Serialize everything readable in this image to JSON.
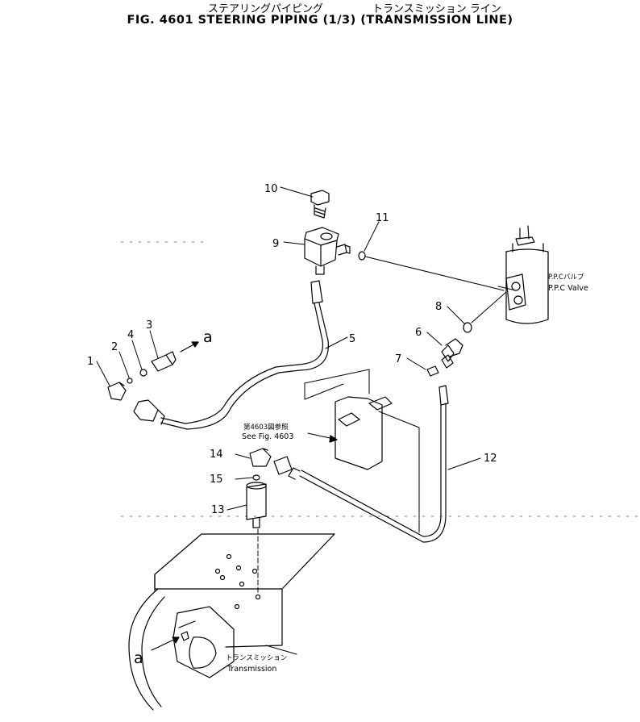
{
  "header": {
    "title_jp_1": "ステアリングパイピング",
    "title_jp_2": "トランスミッション ライン",
    "title_en": "FIG. 4601 STEERING PIPING (1/3) (TRANSMISSION LINE)"
  },
  "callouts": {
    "c1": "1",
    "c2": "2",
    "c3": "3",
    "c4": "4",
    "c5": "5",
    "c6": "6",
    "c7": "7",
    "c8": "8",
    "c9": "9",
    "c10": "10",
    "c11": "11",
    "c12": "12",
    "c13": "13",
    "c14": "14",
    "c15": "15"
  },
  "ref_marks": {
    "a_top": "a",
    "a_bottom": "a"
  },
  "notes": {
    "ppc_jp": "P.P.Cバルブ",
    "ppc_en": "P.P.C Valve",
    "see_jp": "第4603図参照",
    "see_en": "See Fig. 4603",
    "trans_jp": "トランスミッション",
    "trans_en": "Transmission"
  }
}
